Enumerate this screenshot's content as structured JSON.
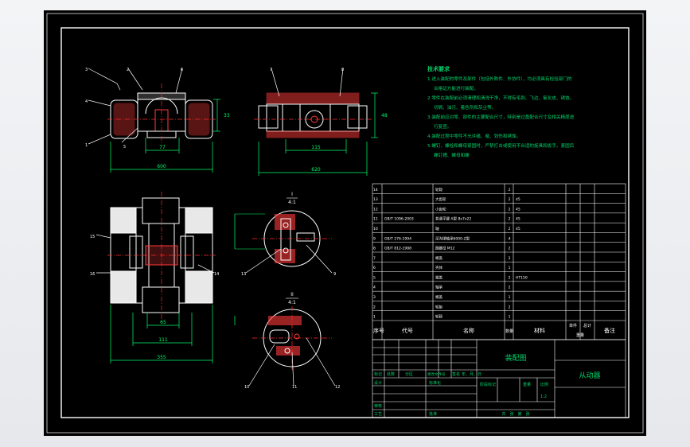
{
  "colors": {
    "background": "#000000",
    "frame": "#ffffff",
    "notes": "#00d26a",
    "section_hatch": "#ff3a3a",
    "dimension": "#00ff6a",
    "centerline": "#ff2a2a",
    "leader": "#ffffff",
    "outer": "#f0f0f0"
  },
  "drawing": {
    "title_main": "装配图",
    "title_part": "从动器",
    "scale": "1:2",
    "tech_notes": {
      "heading": "技术要求",
      "lines": [
        "1.进入装配的零件及部件（包括外购件、外协件），均必须具有检验部门的",
        "合格证方能进行装配。",
        "2.零件在装配前必须清理和清洗干净，不得有毛刺、飞边、氧化皮、锈蚀、",
        "切屑、油污、着色剂和灰尘等。",
        "3.装配前应对零、部件的主要配合尺寸，特别是过盈配合尺寸及相关精度进",
        "行复查。",
        "4.装配过程中零件不允许磕、碰、划伤和锈蚀。",
        "5.螺钉、螺栓和螺母紧固时，严禁打击或使用不合适的旋具和扳手。紧固后",
        "螺钉槽、螺母和螺"
      ]
    },
    "section_labels": {
      "I_roman": "I",
      "I_ratio": "4:1",
      "II_roman": "II",
      "II_ratio": "4:1"
    },
    "dimensions": {
      "front_height": "33",
      "front_inner": "77",
      "front_total": "600",
      "top_height": "48",
      "top_inner": "115",
      "top_total": "620",
      "plan_inner": "65",
      "plan_mid": "111",
      "plan_total": "355"
    },
    "leaders": [
      "3",
      "4",
      "5",
      "2",
      "1",
      "6",
      "7",
      "8",
      "15",
      "16",
      "14",
      "13",
      "9",
      "10",
      "11",
      "12"
    ]
  },
  "bom": {
    "rows": [
      {
        "no": "14",
        "code": "",
        "name": "轮毂",
        "qty": "2",
        "mat": "",
        "note": ""
      },
      {
        "no": "13",
        "code": "",
        "name": "大齿轮",
        "qty": "2",
        "mat": "45",
        "note": ""
      },
      {
        "no": "12",
        "code": "",
        "name": "小齿轮",
        "qty": "2",
        "mat": "45",
        "note": ""
      },
      {
        "no": "11",
        "code": "GB/T 1096-2003",
        "name": "普通平键 A型 8x7x22",
        "qty": "2",
        "mat": "45",
        "note": ""
      },
      {
        "no": "10",
        "code": "",
        "name": "轴",
        "qty": "2",
        "mat": "45",
        "note": ""
      },
      {
        "no": "9",
        "code": "GB/T 276-1994",
        "name": "深沟球轴承6000-Z型",
        "qty": "4",
        "mat": "",
        "note": ""
      },
      {
        "no": "8",
        "code": "GB/T 812-1988",
        "name": "圆螺母 M12",
        "qty": "2",
        "mat": "",
        "note": ""
      },
      {
        "no": "7",
        "code": "",
        "name": "端盖",
        "qty": "2",
        "mat": "",
        "note": ""
      },
      {
        "no": "6",
        "code": "",
        "name": "壳体",
        "qty": "1",
        "mat": "",
        "note": ""
      },
      {
        "no": "5",
        "code": "",
        "name": "端盖",
        "qty": "2",
        "mat": "HT150",
        "note": ""
      },
      {
        "no": "4",
        "code": "",
        "name": "轴承",
        "qty": "2",
        "mat": "",
        "note": ""
      },
      {
        "no": "3",
        "code": "",
        "name": "端盖",
        "qty": "1",
        "mat": "",
        "note": ""
      },
      {
        "no": "2",
        "code": "",
        "name": "轮胎",
        "qty": "2",
        "mat": "",
        "note": ""
      },
      {
        "no": "1",
        "code": "",
        "name": "轮毂",
        "qty": "1",
        "mat": "",
        "note": ""
      }
    ],
    "header": {
      "no": "序号",
      "code": "代号",
      "name": "名称",
      "qty": "数量",
      "mat": "材料",
      "unit_weight": "单件",
      "total_weight": "总计",
      "weight": "重量",
      "note": "备注"
    }
  },
  "title_block": {
    "row_labels": {
      "mark": "标记",
      "count": "处数",
      "zone": "分区",
      "change_doc": "更改文件号",
      "signature": "签名",
      "date": "年、月、日"
    },
    "design": "设计",
    "standardize": "标准化",
    "stage_mark": "阶段标记",
    "weight": "重量",
    "scale_label": "比例",
    "review": "审核",
    "process": "工艺",
    "approve": "批准",
    "sheets": "共　张　第　张"
  }
}
